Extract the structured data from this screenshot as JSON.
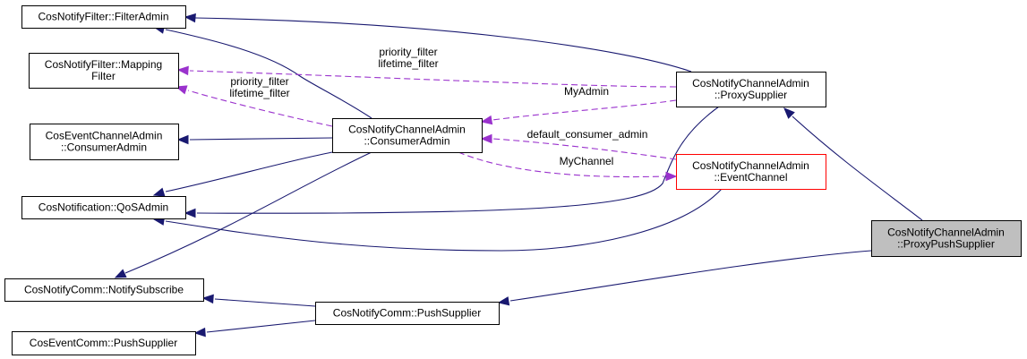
{
  "diagram": {
    "type": "collaboration-graph",
    "nodes": [
      {
        "id": "filter_admin",
        "lines": [
          "CosNotifyFilter::FilterAdmin"
        ],
        "style": "normal"
      },
      {
        "id": "mapping_filter",
        "lines": [
          "CosNotifyFilter::Mapping",
          "Filter"
        ],
        "style": "normal"
      },
      {
        "id": "ec_consumer_admin",
        "lines": [
          "CosEventChannelAdmin",
          "::ConsumerAdmin"
        ],
        "style": "normal"
      },
      {
        "id": "qos_admin",
        "lines": [
          "CosNotification::QoSAdmin"
        ],
        "style": "normal"
      },
      {
        "id": "notify_subscribe",
        "lines": [
          "CosNotifyComm::NotifySubscribe"
        ],
        "style": "normal"
      },
      {
        "id": "ec_push_supplier",
        "lines": [
          "CosEventComm::PushSupplier"
        ],
        "style": "normal"
      },
      {
        "id": "nca_consumer_admin",
        "lines": [
          "CosNotifyChannelAdmin",
          "::ConsumerAdmin"
        ],
        "style": "normal"
      },
      {
        "id": "nc_push_supplier",
        "lines": [
          "CosNotifyComm::PushSupplier"
        ],
        "style": "normal"
      },
      {
        "id": "proxy_supplier",
        "lines": [
          "CosNotifyChannelAdmin",
          "::ProxySupplier"
        ],
        "style": "normal"
      },
      {
        "id": "event_channel",
        "lines": [
          "CosNotifyChannelAdmin",
          "::EventChannel"
        ],
        "style": "truncated"
      },
      {
        "id": "proxy_push_supplier",
        "lines": [
          "CosNotifyChannelAdmin",
          "::ProxyPushSupplier"
        ],
        "style": "focus"
      }
    ],
    "edges": [
      {
        "from": "proxy_supplier",
        "to": "filter_admin",
        "kind": "inheritance"
      },
      {
        "from": "nca_consumer_admin",
        "to": "filter_admin",
        "kind": "inheritance"
      },
      {
        "from": "proxy_supplier",
        "to": "mapping_filter",
        "kind": "usage",
        "label": [
          "priority_filter",
          "lifetime_filter"
        ]
      },
      {
        "from": "nca_consumer_admin",
        "to": "mapping_filter",
        "kind": "usage",
        "label": [
          "priority_filter",
          "lifetime_filter"
        ]
      },
      {
        "from": "nca_consumer_admin",
        "to": "ec_consumer_admin",
        "kind": "inheritance"
      },
      {
        "from": "nca_consumer_admin",
        "to": "qos_admin",
        "kind": "inheritance"
      },
      {
        "from": "proxy_supplier",
        "to": "qos_admin",
        "kind": "inheritance"
      },
      {
        "from": "event_channel",
        "to": "qos_admin",
        "kind": "inheritance"
      },
      {
        "from": "nca_consumer_admin",
        "to": "notify_subscribe",
        "kind": "inheritance"
      },
      {
        "from": "nc_push_supplier",
        "to": "notify_subscribe",
        "kind": "inheritance"
      },
      {
        "from": "nc_push_supplier",
        "to": "ec_push_supplier",
        "kind": "inheritance"
      },
      {
        "from": "proxy_supplier",
        "to": "nca_consumer_admin",
        "kind": "usage",
        "label": [
          "MyAdmin"
        ]
      },
      {
        "from": "event_channel",
        "to": "nca_consumer_admin",
        "kind": "usage",
        "label": [
          "default_consumer_admin"
        ]
      },
      {
        "from": "nca_consumer_admin",
        "to": "event_channel",
        "kind": "usage",
        "label": [
          "MyChannel"
        ]
      },
      {
        "from": "proxy_push_supplier",
        "to": "proxy_supplier",
        "kind": "inheritance"
      },
      {
        "from": "proxy_push_supplier",
        "to": "nc_push_supplier",
        "kind": "inheritance"
      }
    ],
    "colors": {
      "inheritance_edge": "#191970",
      "usage_edge": "#9a32cd",
      "node_border": "#000000",
      "truncated_border": "#ff0000",
      "focus_fill": "#bfbfbf",
      "node_fill": "#ffffff"
    }
  }
}
